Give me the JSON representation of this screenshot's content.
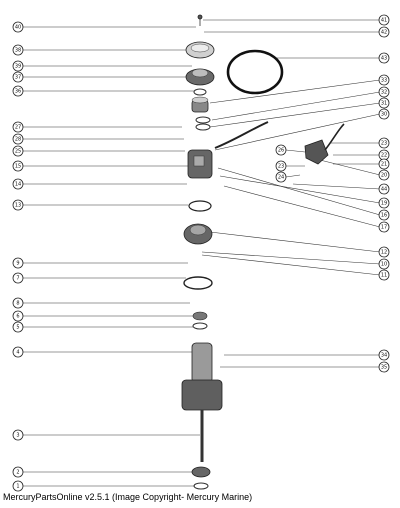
{
  "diagram": {
    "caption": "MercuryPartsOnline v2.5.1 (Image Copyright- Mercury Marine)",
    "callouts_left": [
      "40",
      "38",
      "39",
      "37",
      "36",
      "27",
      "28",
      "25",
      "15",
      "14",
      "13",
      "9",
      "7",
      "8",
      "6",
      "5",
      "4",
      "3",
      "2",
      "1"
    ],
    "callouts_right": [
      "41",
      "42",
      "43",
      "33",
      "32",
      "31",
      "30",
      "23",
      "22",
      "21",
      "20",
      "44",
      "19",
      "16",
      "17",
      "12",
      "10",
      "11",
      "34",
      "35"
    ],
    "callouts_mid": [
      "26",
      "23",
      "24"
    ]
  }
}
